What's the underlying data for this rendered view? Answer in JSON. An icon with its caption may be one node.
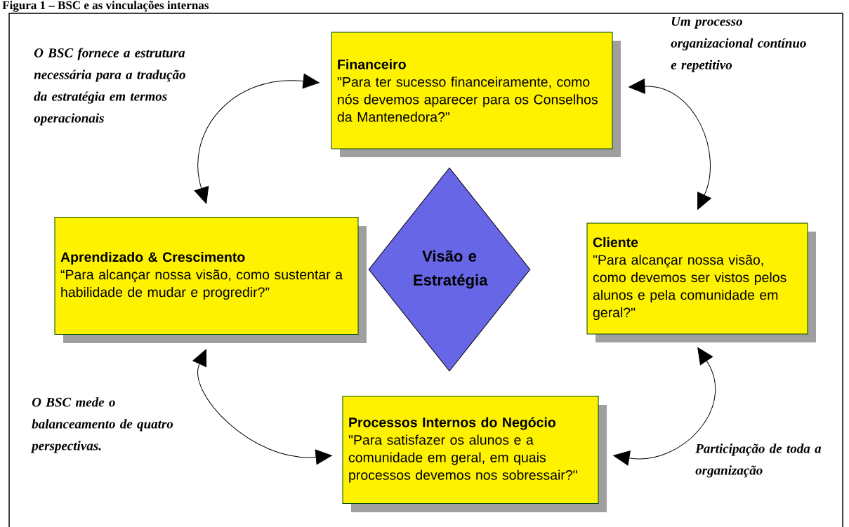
{
  "diagram": {
    "title": "Figura 1 – BSC e as vinculações internas",
    "nodes": [
      {
        "text": [
          "Financeiro",
          "\"Para ter sucesso financeiramente, como nós devemos aparecer para os Conselhos da Mantenedora?\""
        ]
      },
      {
        "text": [
          "Aprendizado & Crescimento",
          "“Para alcançar nossa visão, como sustentar a habilidade de mudar e progredir?”"
        ]
      },
      {
        "text": [
          "Visão e Estratégia"
        ]
      },
      {
        "text": [
          "Cliente",
          "\"Para alcançar nossa visão, como devemos ser vistos pelos alunos e pela comunidade em geral?\""
        ]
      },
      {
        "text": [
          "Processos Internos do Negócio",
          "\"Para satisfazer os alunos e a comunidade em geral, em quais processos devemos nos sobressair?\""
        ]
      }
    ],
    "edges": [
      {
        "from": 0,
        "to": 1,
        "arrow": "both"
      },
      {
        "from": 0,
        "to": 3,
        "arrow": "both"
      },
      {
        "from": 1,
        "to": 4,
        "arrow": "both"
      },
      {
        "from": 3,
        "to": 4,
        "arrow": "both"
      }
    ],
    "labels": [
      "O BSC fornece a estrutura necessária para a tradução da estratégia em termos operacionais",
      "Um processo organizacional contínuo e repetitivo",
      "O BSC mede o balanceamento de quatro perspectivas.",
      "Participação de toda a organização"
    ]
  }
}
